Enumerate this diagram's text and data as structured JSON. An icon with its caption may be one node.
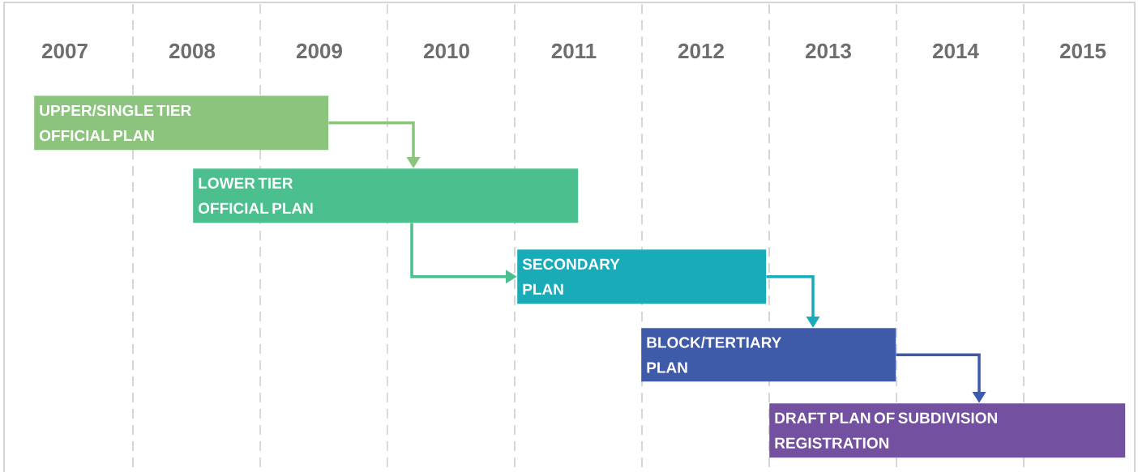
{
  "diagram": {
    "nodes": [
      {
        "text": [
          "UPPER/SINGLE TIER OFFICIAL PLAN"
        ]
      },
      {
        "text": [
          "LOWER TIER OFFICIAL PLAN"
        ]
      },
      {
        "text": [
          "SECONDARY PLAN"
        ]
      },
      {
        "text": [
          "BLOCK/TERTIARY PLAN"
        ]
      },
      {
        "text": [
          "DRAFT PLAN OF SUBDIVISION REGISTRATION"
        ]
      }
    ],
    "edges": [
      {
        "from": 0,
        "to": 1,
        "arrow": "to",
        "color": "#8cc47e"
      },
      {
        "from": 1,
        "to": 2,
        "arrow": "to",
        "color": "#4bbf8e"
      },
      {
        "from": 2,
        "to": 3,
        "arrow": "to",
        "color": "#1aabb9"
      },
      {
        "from": 3,
        "to": 4,
        "arrow": "to",
        "color": "#3f5aa8"
      }
    ],
    "labels": [
      "2007",
      "2008",
      "2009",
      "2010",
      "2011",
      "2012",
      "2013",
      "2014",
      "2015"
    ]
  }
}
